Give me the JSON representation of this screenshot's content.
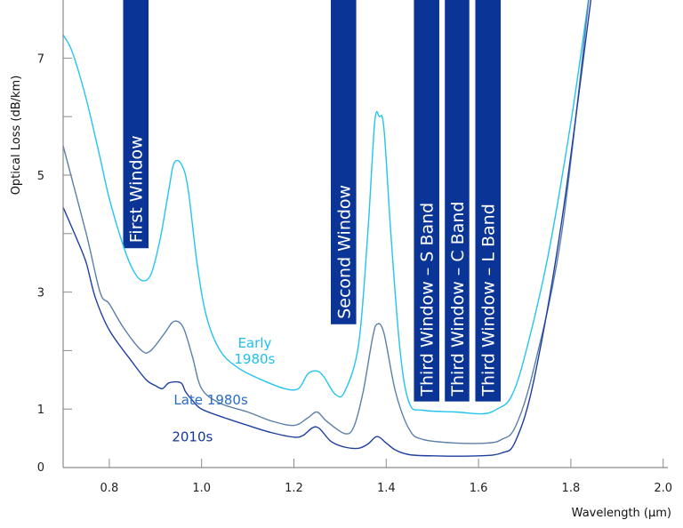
{
  "chart_data": {
    "type": "line",
    "title": "",
    "xlabel": "Wavelength (µm)",
    "ylabel": "Optical Loss (dB/km)",
    "xlim": [
      0.7,
      2.0
    ],
    "ylim": [
      0,
      8
    ],
    "x_ticks": [
      0.8,
      1.0,
      1.2,
      1.4,
      1.6,
      1.8,
      2.0
    ],
    "x_tick_labels": [
      "0.8",
      "1.0",
      "1.2",
      "1.4",
      "1.6",
      "1.8",
      "2.0"
    ],
    "y_ticks": [
      0,
      1,
      2,
      3,
      4,
      5,
      6,
      7
    ],
    "y_tick_labels": [
      "0",
      "1",
      "",
      "3",
      "",
      "5",
      "",
      "7"
    ],
    "grid": false,
    "legend": "inline labels",
    "bands": [
      {
        "label": "First Window",
        "x_start": 0.83,
        "x_end": 0.885,
        "y_bottom": 3.75,
        "color": "#0a3596"
      },
      {
        "label": "Second Window",
        "x_start": 1.28,
        "x_end": 1.335,
        "y_bottom": 2.45,
        "color": "#0a3596"
      },
      {
        "label": "Third Window – S Band",
        "x_start": 1.46,
        "x_end": 1.515,
        "y_bottom": 1.13,
        "color": "#0a3596"
      },
      {
        "label": "Third Window – C Band",
        "x_start": 1.527,
        "x_end": 1.58,
        "y_bottom": 1.13,
        "color": "#0a3596"
      },
      {
        "label": "Third Window – L Band",
        "x_start": 1.593,
        "x_end": 1.648,
        "y_bottom": 1.13,
        "color": "#0a3596"
      }
    ],
    "series": [
      {
        "name": "Early 1980s",
        "label_lines": [
          "Early",
          "1980s"
        ],
        "label_pos": [
          1.115,
          2.05
        ],
        "color": "#23c4ee",
        "label_color": "#1fc0ee",
        "x": [
          0.7,
          0.72,
          0.75,
          0.78,
          0.8,
          0.83,
          0.85,
          0.87,
          0.89,
          0.91,
          0.93,
          0.94,
          0.955,
          0.97,
          0.99,
          1.01,
          1.04,
          1.08,
          1.13,
          1.18,
          1.21,
          1.23,
          1.25,
          1.265,
          1.29,
          1.31,
          1.34,
          1.36,
          1.375,
          1.385,
          1.395,
          1.41,
          1.43,
          1.45,
          1.48,
          1.55,
          1.61,
          1.64,
          1.67,
          1.7,
          1.75,
          1.8,
          1.84
        ],
        "values": [
          7.4,
          7.1,
          6.3,
          5.3,
          4.6,
          3.8,
          3.4,
          3.2,
          3.3,
          3.9,
          4.8,
          5.2,
          5.2,
          4.8,
          3.5,
          2.6,
          2.0,
          1.7,
          1.5,
          1.35,
          1.35,
          1.6,
          1.65,
          1.55,
          1.25,
          1.3,
          2.1,
          4.0,
          5.9,
          6.0,
          5.8,
          4.0,
          2.0,
          1.1,
          0.98,
          0.95,
          0.92,
          1.0,
          1.2,
          1.9,
          3.6,
          5.9,
          8.1
        ]
      },
      {
        "name": "Late 1980s",
        "label_lines": [
          "Late 1980s"
        ],
        "label_pos": [
          1.02,
          1.08
        ],
        "color": "#5b7fa8",
        "label_color": "#2b6cc4",
        "x": [
          0.7,
          0.75,
          0.78,
          0.8,
          0.83,
          0.87,
          0.89,
          0.92,
          0.94,
          0.96,
          0.98,
          1.0,
          1.04,
          1.1,
          1.15,
          1.2,
          1.23,
          1.25,
          1.27,
          1.31,
          1.33,
          1.35,
          1.37,
          1.38,
          1.395,
          1.42,
          1.45,
          1.48,
          1.55,
          1.62,
          1.65,
          1.68,
          1.72,
          1.78,
          1.84
        ],
        "values": [
          5.5,
          4.0,
          3.0,
          2.8,
          2.4,
          2.0,
          2.0,
          2.3,
          2.5,
          2.4,
          1.9,
          1.35,
          1.1,
          0.95,
          0.8,
          0.72,
          0.85,
          0.95,
          0.8,
          0.58,
          0.7,
          1.3,
          2.2,
          2.45,
          2.3,
          1.3,
          0.65,
          0.48,
          0.42,
          0.42,
          0.48,
          0.7,
          1.7,
          4.0,
          8.1
        ]
      },
      {
        "name": "2010s",
        "label_lines": [
          "2010s"
        ],
        "label_pos": [
          0.98,
          0.45
        ],
        "color": "#1e3fa0",
        "label_color": "#14379a",
        "x": [
          0.7,
          0.73,
          0.75,
          0.77,
          0.8,
          0.85,
          0.88,
          0.9,
          0.915,
          0.93,
          0.955,
          0.965,
          0.98,
          1.0,
          1.05,
          1.1,
          1.15,
          1.2,
          1.22,
          1.24,
          1.255,
          1.28,
          1.31,
          1.34,
          1.36,
          1.38,
          1.4,
          1.42,
          1.45,
          1.5,
          1.6,
          1.65,
          1.68,
          1.72,
          1.78,
          1.845
        ],
        "values": [
          4.45,
          3.9,
          3.5,
          2.9,
          2.35,
          1.8,
          1.5,
          1.4,
          1.35,
          1.45,
          1.45,
          1.3,
          1.15,
          1.0,
          0.85,
          0.72,
          0.6,
          0.52,
          0.55,
          0.68,
          0.67,
          0.45,
          0.35,
          0.33,
          0.4,
          0.53,
          0.42,
          0.3,
          0.22,
          0.2,
          0.2,
          0.25,
          0.45,
          1.5,
          4.2,
          8.1
        ]
      }
    ]
  },
  "axes": {
    "x_title": "Wavelength (µm)",
    "y_title": "Optical Loss (dB/km)"
  }
}
